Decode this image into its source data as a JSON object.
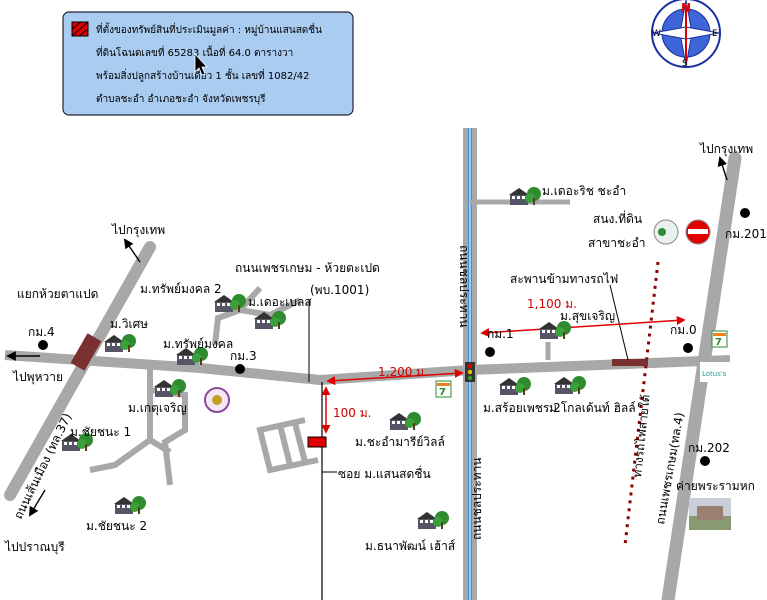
{
  "info_box": {
    "line1": "ที่ตั้งของทรัพย์สินที่ประเมินมูลค่า : หมู่บ้านแสนสดชื่น",
    "line2": "ที่ดินโฉนดเลขที่ 65283 เนื้อที่ 64.0 ตารางวา",
    "line3": "พร้อมสิ่งปลูกสร้างบ้านเดี่ยว 1 ชั้น เลขที่ 1082/42",
    "line4": "ตำบลชะอำ อำเภอชะอำ จังหวัดเพชรบุรี"
  },
  "compass": {
    "n": "N",
    "s": "S",
    "e": "E",
    "w": "W"
  },
  "roads": {
    "phetkasem_huai": "ถนนเพชรเกษม - ห้วยตะเปด",
    "phb": "(พบ.1001)",
    "chonprathan_top": "ถนนชลประทาน",
    "chonprathan_bottom": "ถนนชลประทาน",
    "sen_mueang": "ถนนเส้นเมือง (ทล.37)",
    "phetkasem_4": "ถนนเพชรเกษม(ทล.4)",
    "railway": "ทางรถไฟสายใต้",
    "rail_bridge": "สะพานข้ามทางรถไฟ"
  },
  "directions": {
    "bangkok_left": "ไปกรุงเทพ",
    "bangkok_right": "ไปกรุงเทพ",
    "phu_wai": "ไปพุหวาย",
    "pranburi": "ไปปราณบุรี"
  },
  "junction": "แยกห้วยตาแปด",
  "km": {
    "k1": "กม.1",
    "k3": "กม.3",
    "k4": "กม.4",
    "k0": "กม.0",
    "k201": "กม.201",
    "k202": "กม.202"
  },
  "distances": {
    "d1200": "1,200 ม.",
    "d1100": "1,100 ม.",
    "d100": "100 ม."
  },
  "villages": {
    "wiset": "ม.วิเศษ",
    "sap_mongkhon2": "ม.ทรัพย์มงคล 2",
    "sap_mongkhon": "ม.ทรัพย์มงคล",
    "the_blues": "ม.เดอะเบลส",
    "ket_charoen": "ม.เกตุเจริญ",
    "chai_chana1": "ม.ชัยชนะ 1",
    "chai_chana2": "ม.ชัยชนะ 2",
    "the_rich": "ม.เดอะริช ชะอำ",
    "suk_charoen": "ม.สุขเจริญ",
    "soi_phet2": "ม.สร้อยเพชร 2",
    "golden_hill": "ม.โกลเด้นท์ ฮิลล์",
    "cha_am_ria": "ม.ชะอำมารีย์วิลล์",
    "thanaphat": "ม.ธนาพัฒน์ เฮ้าส์",
    "soi_saen": "ซอย ม.แสนสดชื่น"
  },
  "landmarks": {
    "land_office": "สนง.ที่ดิน",
    "branch": "สาขาชะอำ",
    "camp": "ค่ายพระรามหก",
    "lotus": "Lotus's"
  },
  "colors": {
    "road": "#a8a8a8",
    "canal_blue": "#3e8ede",
    "red": "#e10000",
    "rail": "#8b0000",
    "tree": "#2e8b2e",
    "info_bg": "#a9ccf0"
  }
}
